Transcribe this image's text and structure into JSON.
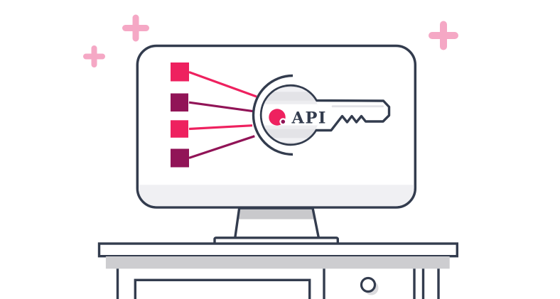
{
  "illustration": {
    "title": "api-key-monitor-illustration",
    "screen": {
      "key_label": "API",
      "source_squares": [
        {
          "color_name": "pink",
          "hex": "#EE215F"
        },
        {
          "color_name": "magenta",
          "hex": "#911457"
        },
        {
          "color_name": "pink",
          "hex": "#EE215F"
        },
        {
          "color_name": "magenta",
          "hex": "#911457"
        }
      ],
      "connection_line_count": 4
    },
    "decorations": {
      "plus_sign_count": 3,
      "plus_color": "#F5A8C5"
    },
    "colors": {
      "outline_navy": "#333C4E",
      "pink": "#EE215F",
      "magenta": "#911457",
      "light_pink": "#F5A8C5",
      "key_head_gray": "#E3E3E7",
      "monitor_chin_gray": "#F0F0F3",
      "stand_gray": "#C9C9CC",
      "desk_shadow_gray": "#CDCDD0",
      "background": "#FFFFFF"
    }
  }
}
